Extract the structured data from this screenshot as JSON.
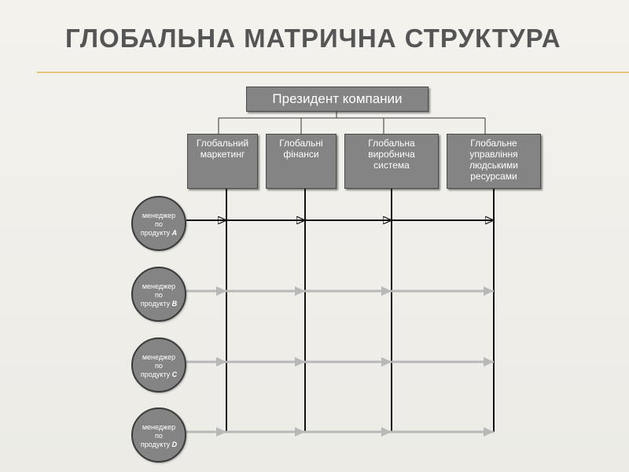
{
  "slide": {
    "title": "ГЛОБАЛЬНА МАТРИЧНА СТРУКТУРА",
    "accent_color": "#e8c27a",
    "title_color": "#555555"
  },
  "president": {
    "label": "Президент компании"
  },
  "departments": [
    {
      "line1": "Глобальний",
      "line2": "маркетинг",
      "line3": "",
      "line4": ""
    },
    {
      "line1": "Глобальні",
      "line2": "фінанси",
      "line3": "",
      "line4": ""
    },
    {
      "line1": "Глобальна",
      "line2": "виробнича",
      "line3": "система",
      "line4": ""
    },
    {
      "line1": "Глобальне",
      "line2": "управління",
      "line3": "людськими",
      "line4": "ресурсами"
    }
  ],
  "managers": [
    {
      "line1": "менеджер",
      "line2": "по",
      "line3": "продукту",
      "letter": "A"
    },
    {
      "line1": "менеджер",
      "line2": "по",
      "line3": "продукту",
      "letter": "B"
    },
    {
      "line1": "менеджер",
      "line2": "по",
      "line3": "продукту",
      "letter": "C"
    },
    {
      "line1": "менеджер",
      "line2": "по",
      "line3": "продукту",
      "letter": "D"
    }
  ],
  "colors": {
    "box_fill": "#848484",
    "dark_line": "#111111",
    "light_line": "#b8b8b8"
  }
}
